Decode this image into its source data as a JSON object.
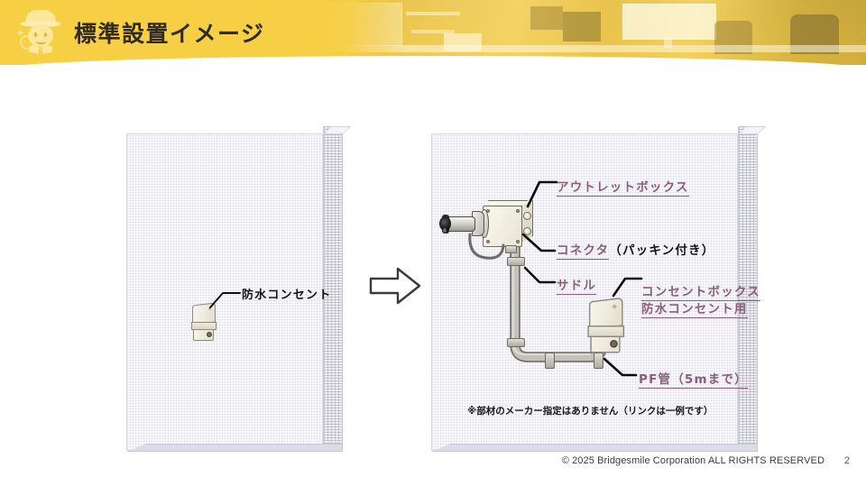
{
  "header": {
    "title": "標準設置イメージ",
    "bg_color": "#f7cf45",
    "mascot_name": "bridgesmile-mascot"
  },
  "left_panel": {
    "label": "防水コンセント"
  },
  "arrow": {
    "name": "right-arrow"
  },
  "right_panel": {
    "labels": {
      "outlet_box": "アウトレットボックス",
      "connector_link": "コネクタ",
      "connector_suffix": "（パッキン付き）",
      "saddle": "サドル",
      "consent_box_line1": "コンセントボックス",
      "consent_box_line2": "防水コンセント用",
      "pf_pipe": "PF管（5mまで）"
    },
    "note": "※部材のメーカー指定はありません（リンクは一例です）"
  },
  "colors": {
    "link": "#8a5f7d",
    "text": "#1c1c1c",
    "accent": "#f7cf45"
  },
  "footer": {
    "copyright": "© 2025 Bridgesmile Corporation ALL RIGHTS RESERVED",
    "page_number": "2"
  }
}
